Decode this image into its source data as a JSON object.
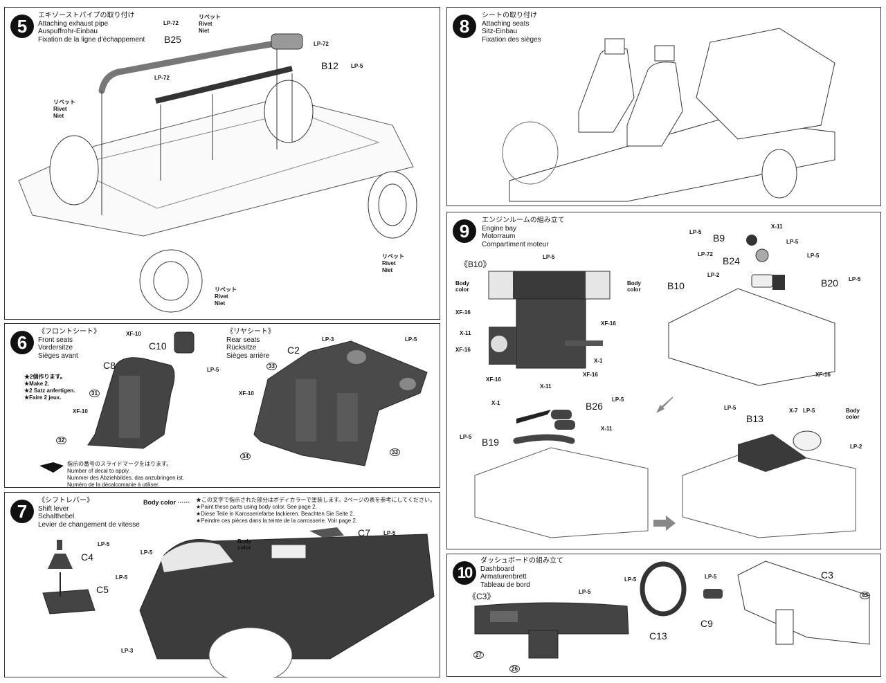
{
  "steps": {
    "s5": {
      "number": "5",
      "title_jp": "エキゾーストパイプの取り付け",
      "title_en": "Attaching exhaust pipe",
      "title_de": "Auspuffrohr-Einbau",
      "title_fr": "Fixation de la ligne d'échappement",
      "rivet": {
        "jp": "リベット",
        "en": "Rivet",
        "de": "Niet"
      },
      "parts": {
        "b25": "B25",
        "b12": "B12"
      },
      "paints": {
        "lp72": "LP-72",
        "lp5": "LP-5"
      }
    },
    "s6": {
      "number": "6",
      "front_jp": "《フロントシート》",
      "front_en": "Front seats",
      "front_de": "Vordersitze",
      "front_fr": "Sièges avant",
      "rear_jp": "《リヤシート》",
      "rear_en": "Rear seats",
      "rear_de": "Rücksitze",
      "rear_fr": "Sièges arrière",
      "make2": [
        "★2個作ります。",
        "★Make 2.",
        "★2 Satz anfertigen.",
        "★Faire 2 jeux."
      ],
      "decal_note": [
        "指示の番号のスライドマークをはります。",
        "Number of decal to apply.",
        "Nummer des Abziehbildes, das anzubringen ist.",
        "Numéro de la décalcomanie à utiliser."
      ],
      "parts": {
        "c10": "C10",
        "c8": "C8",
        "c2": "C2"
      },
      "paints": {
        "xf10": "XF-10",
        "lp5": "LP-5",
        "lp3": "LP-3"
      },
      "decals": {
        "d31": "31",
        "d32": "32",
        "d33": "33",
        "d34": "34"
      }
    },
    "s7": {
      "number": "7",
      "title_jp": "《シフトレバー》",
      "title_en": "Shift lever",
      "title_de": "Schalthebel",
      "title_fr": "Levier de changement de vitesse",
      "body_color_label": "Body color ······",
      "body_color_notes": [
        "★この文字で指示された部分はボディカラーで塗装します。2ページの表を参考にしてください。",
        "★Paint these parts using body color. See page 2.",
        "★Diese Teile in Karosseriefarbe lackieren. Beachten Sie Seite 2.",
        "★Peindre ces pièces dans la teinte de la carrosserie. Voir page 2."
      ],
      "body_color_tag": "Body color",
      "parts": {
        "c4": "C4",
        "c5": "C5",
        "c7": "C7"
      },
      "paints": {
        "lp5": "LP-5",
        "lp3": "LP-3"
      }
    },
    "s8": {
      "number": "8",
      "title_jp": "シートの取り付け",
      "title_en": "Attaching seats",
      "title_de": "Sitz-Einbau",
      "title_fr": "Fixation des sièges"
    },
    "s9": {
      "number": "9",
      "title_jp": "エンジンルームの組み立て",
      "title_en": "Engine bay",
      "title_de": "Motorraum",
      "title_fr": "Compartiment moteur",
      "subpart": "《B10》",
      "body_color_tag": "Body color",
      "parts": {
        "b9": "B9",
        "b24": "B24",
        "b20": "B20",
        "b10": "B10",
        "b26": "B26",
        "b19": "B19",
        "b13": "B13"
      },
      "paints": {
        "lp5": "LP-5",
        "lp72": "LP-72",
        "lp2": "LP-2",
        "x11": "X-11",
        "xf16": "XF-16",
        "x1": "X-1",
        "x7": "X-7"
      }
    },
    "s10": {
      "number": "10",
      "title_jp": "ダッシュボードの組み立て",
      "title_en": "Dashboard",
      "title_de": "Armaturenbrett",
      "title_fr": "Tableau de bord",
      "subpart": "《C3》",
      "parts": {
        "c3": "C3",
        "c13": "C13",
        "c9": "C9"
      },
      "paints": {
        "lp5": "LP-5"
      },
      "decals": {
        "d27": "27",
        "d26": "26",
        "d43": "43"
      }
    }
  }
}
